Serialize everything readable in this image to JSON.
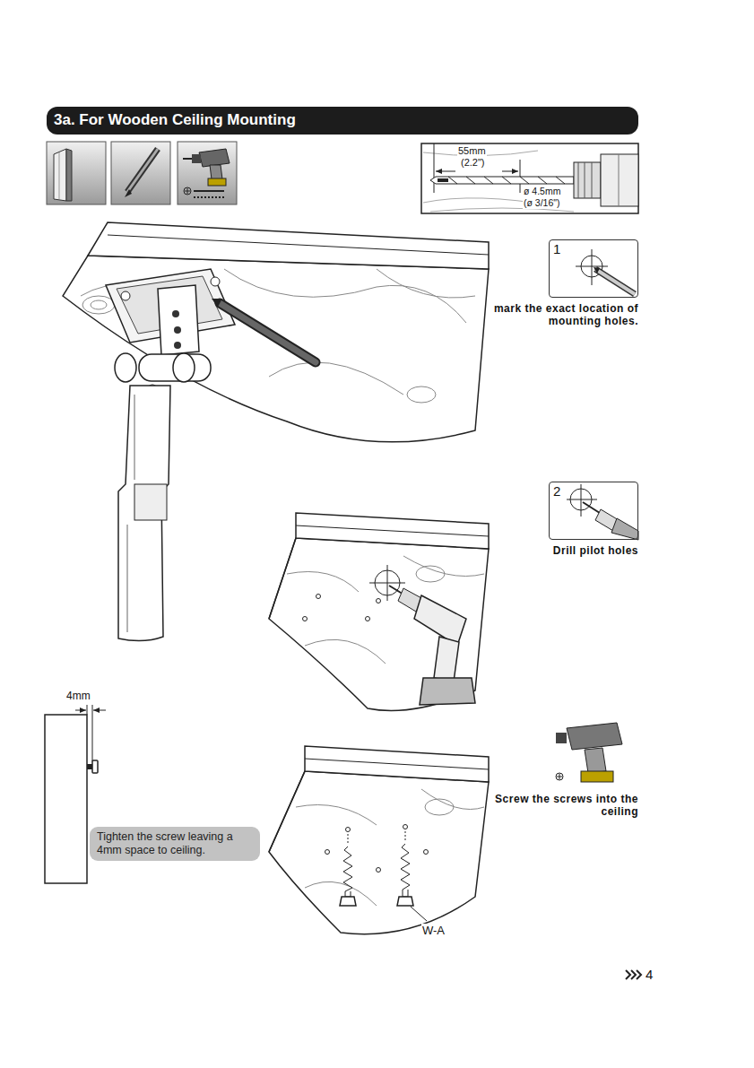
{
  "diagram": {
    "title": "3a. For Wooden Ceiling Mounting",
    "nodes": [
      {
        "text": [
          "1",
          "mark the exact location of mounting holes."
        ]
      },
      {
        "text": [
          "2",
          "Drill pilot holes"
        ]
      },
      {
        "text": [
          "Tighten the screw leaving a 4mm space to ceiling."
        ]
      }
    ],
    "labels": [
      "55mm",
      "(2.2\")",
      "ø 4.5mm",
      "(ø 3/16\")",
      "4mm",
      "W-A",
      "Screw the screws into the ceiling",
      "4"
    ]
  }
}
